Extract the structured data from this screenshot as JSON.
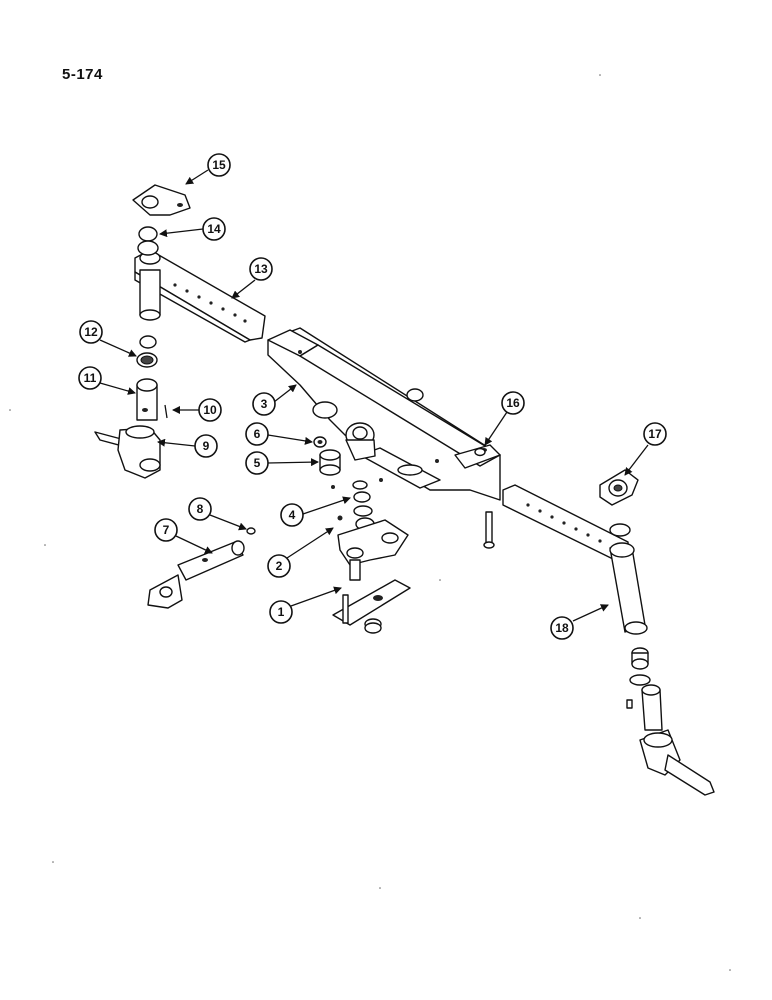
{
  "page_number": "5-174",
  "callouts": [
    {
      "id": "c1",
      "label": "1"
    },
    {
      "id": "c2",
      "label": "2"
    },
    {
      "id": "c3",
      "label": "3"
    },
    {
      "id": "c4",
      "label": "4"
    },
    {
      "id": "c5",
      "label": "5"
    },
    {
      "id": "c6",
      "label": "6"
    },
    {
      "id": "c7",
      "label": "7"
    },
    {
      "id": "c8",
      "label": "8"
    },
    {
      "id": "c9",
      "label": "9"
    },
    {
      "id": "c10",
      "label": "10"
    },
    {
      "id": "c11",
      "label": "11"
    },
    {
      "id": "c12",
      "label": "12"
    },
    {
      "id": "c13",
      "label": "13"
    },
    {
      "id": "c14",
      "label": "14"
    },
    {
      "id": "c15",
      "label": "15"
    },
    {
      "id": "c16",
      "label": "16"
    },
    {
      "id": "c17",
      "label": "17"
    },
    {
      "id": "c18",
      "label": "18"
    }
  ]
}
